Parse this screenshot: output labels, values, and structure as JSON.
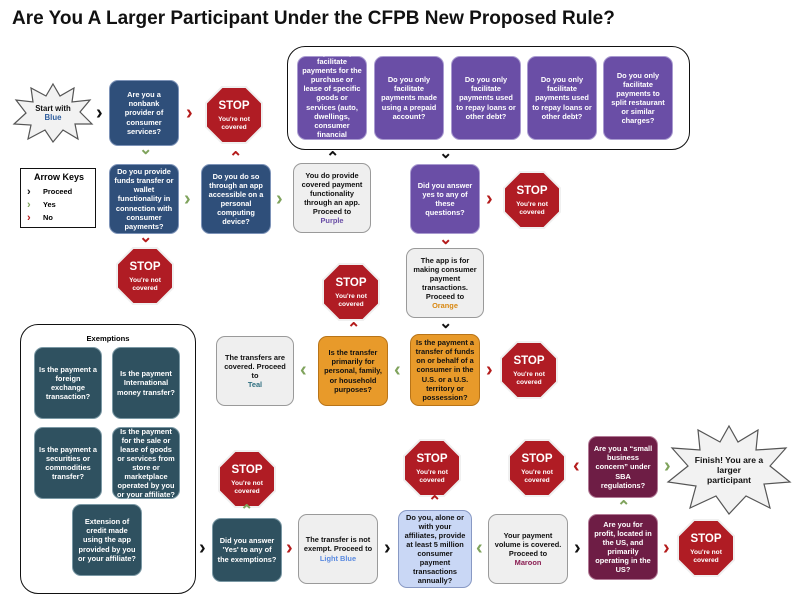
{
  "title": "Are You A Larger Participant Under the CFPB New Proposed Rule?",
  "start": {
    "text": "Start with",
    "highlight": "Blue"
  },
  "finish": {
    "text": "Finish! You are a larger participant"
  },
  "legend": {
    "title": "Arrow Keys",
    "items": [
      {
        "symbol": "›",
        "label": "Proceed"
      },
      {
        "symbol": "›",
        "label": "Yes"
      },
      {
        "symbol": "›",
        "label": "No"
      }
    ]
  },
  "stop": {
    "title": "STOP",
    "note": "You're not covered"
  },
  "exemptions_label": "Exemptions",
  "arrow_glyphs": {
    "right": "›",
    "left": "‹",
    "down": "⌄",
    "up": "⌃"
  },
  "nodes": {
    "q1": "Are you a nonbank provider of consumer services?",
    "q2": "Do you provide funds transfer or wallet functionality in connection with consumer payments?",
    "q3": "Do you do so through an app accessible on a personal computing device?",
    "covered_app": {
      "text": "You do provide covered payment functionality through an app. Proceed to",
      "highlight": "Purple"
    },
    "p1": "Do you only facilitate payments for the purchase or lease of specific goods or services (auto, dwellings, consumer financial products, etc.)?",
    "p2": "Do you only facilitate payments made using a prepaid account?",
    "p3": "Do you only facilitate payments used to repay loans or other debt?",
    "p4": "Do you only facilitate payments used to repay loans or other debt?",
    "p5": "Do you only facilitate payments to split restaurant or similar charges?",
    "p_any": "Did you answer yes to any of these questions?",
    "app_consumer": {
      "text": "The app is for making consumer payment transactions. Proceed to",
      "highlight": "Orange"
    },
    "o1": "Is the payment a transfer of funds on or behalf of a consumer in the U.S. or a U.S. territory or possession?",
    "o2": "Is the transfer primarily for personal, family, or household purposes?",
    "transfers_covered": {
      "text": "The transfers are covered. Proceed to",
      "highlight": "Teal"
    },
    "e1": "Is the payment a foreign exchange transaction?",
    "e2": "Is the payment International money transfer?",
    "e3": "Is the payment a securities or commodities transfer?",
    "e4": "Is the payment for the sale or lease of goods or services from store or marketplace operated by you or your affiliate?",
    "e5": "Extension of credit made using the app provided by you or your affiliate?",
    "t_any": "Did you answer 'Yes' to any of the exemptions?",
    "not_exempt": {
      "text": "The transfer is not exempt. Proceed to",
      "highlight": "Light Blue"
    },
    "lb1": "Do you, alone or with your affiliates, provide at least 5 million consumer payment transactions annually?",
    "volume_covered": {
      "text": "Your payment volume is covered. Proceed to",
      "highlight": "Maroon"
    },
    "m1": "Are you for profit, located in the US, and primarily operating in the US?",
    "m2": "Are you a “small business concern” under SBA regulations?"
  }
}
